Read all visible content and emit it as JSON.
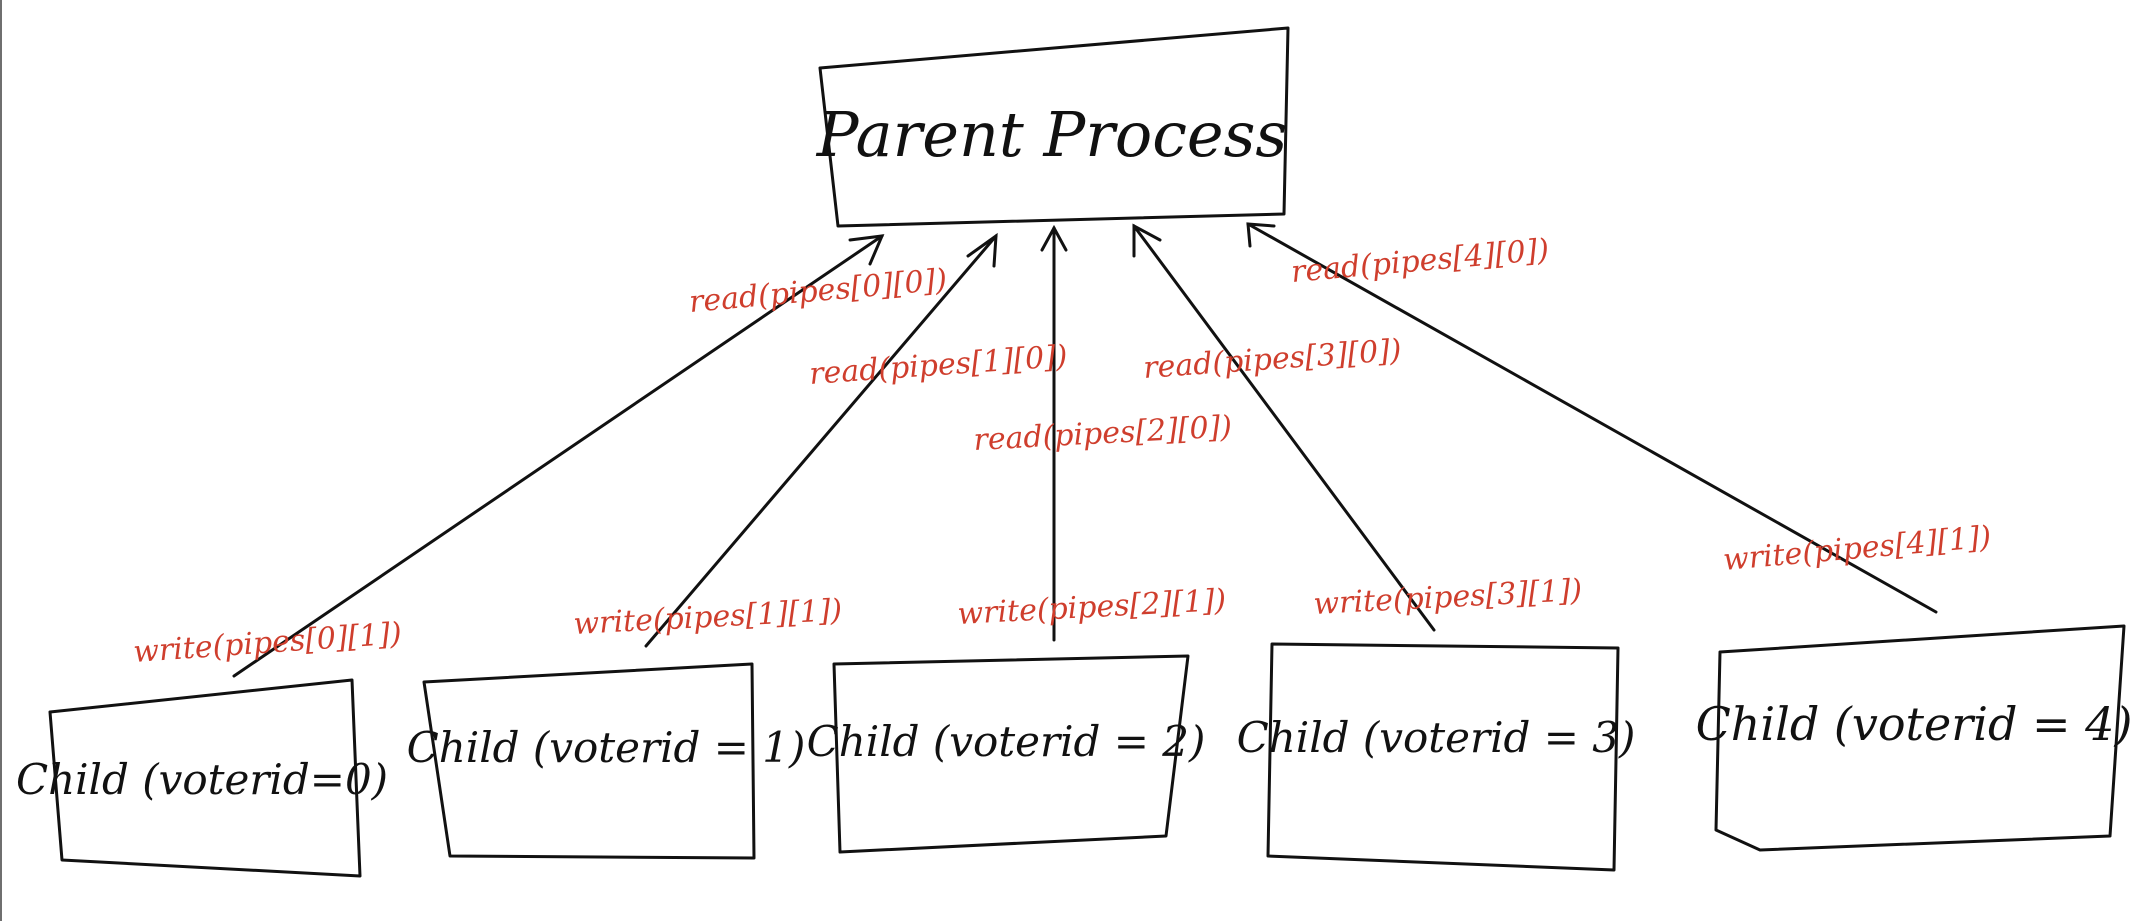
{
  "colors": {
    "ink": "#111111",
    "annotation": "#cf3e2d",
    "background": "#ffffff"
  },
  "parent": {
    "label": "Parent Process"
  },
  "children": [
    {
      "label": "Child (voterid=0)"
    },
    {
      "label": "Child (voterid = 1)"
    },
    {
      "label": "Child (voterid = 2)"
    },
    {
      "label": "Child (voterid = 3)"
    },
    {
      "label": "Child (voterid = 4)"
    }
  ],
  "read_labels": [
    "read(pipes[0][0])",
    "read(pipes[1][0])",
    "read(pipes[2][0])",
    "read(pipes[3][0])",
    "read(pipes[4][0])"
  ],
  "write_labels": [
    "write(pipes[0][1])",
    "write(pipes[1][1])",
    "write(pipes[2][1])",
    "write(pipes[3][1])",
    "write(pipes[4][1])"
  ]
}
